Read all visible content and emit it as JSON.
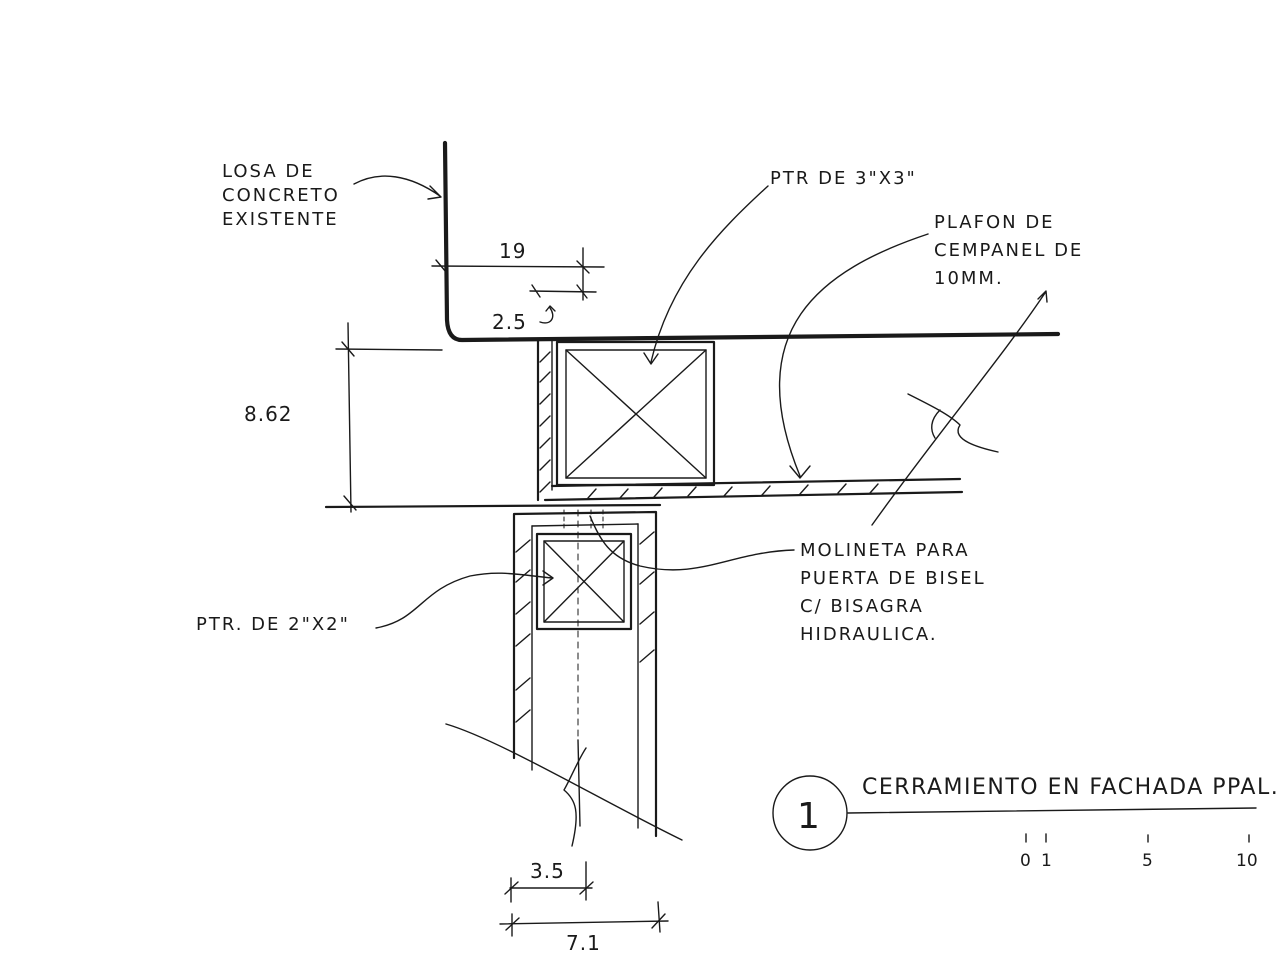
{
  "labels": {
    "slab": [
      "LOSA DE",
      "CONCRETO",
      "EXISTENTE"
    ],
    "ptr_large": "PTR DE 3\"X3\"",
    "ceiling": [
      "PLAFON DE",
      "CEMPANEL DE",
      "10MM."
    ],
    "molding": [
      "MOLINETA PARA",
      "PUERTA DE BISEL",
      "C/ BISAGRA",
      "HIDRAULICA."
    ],
    "ptr_small": "PTR. DE 2\"X2\""
  },
  "dimensions": {
    "d19": "19",
    "d25": "2.5",
    "d862": "8.62",
    "d35": "3.5",
    "d71": "7.1"
  },
  "title_block": {
    "number": "1",
    "title": "CERRAMIENTO EN FACHADA PPAL.",
    "scale_ticks": [
      "0",
      "1",
      "5",
      "10"
    ]
  }
}
